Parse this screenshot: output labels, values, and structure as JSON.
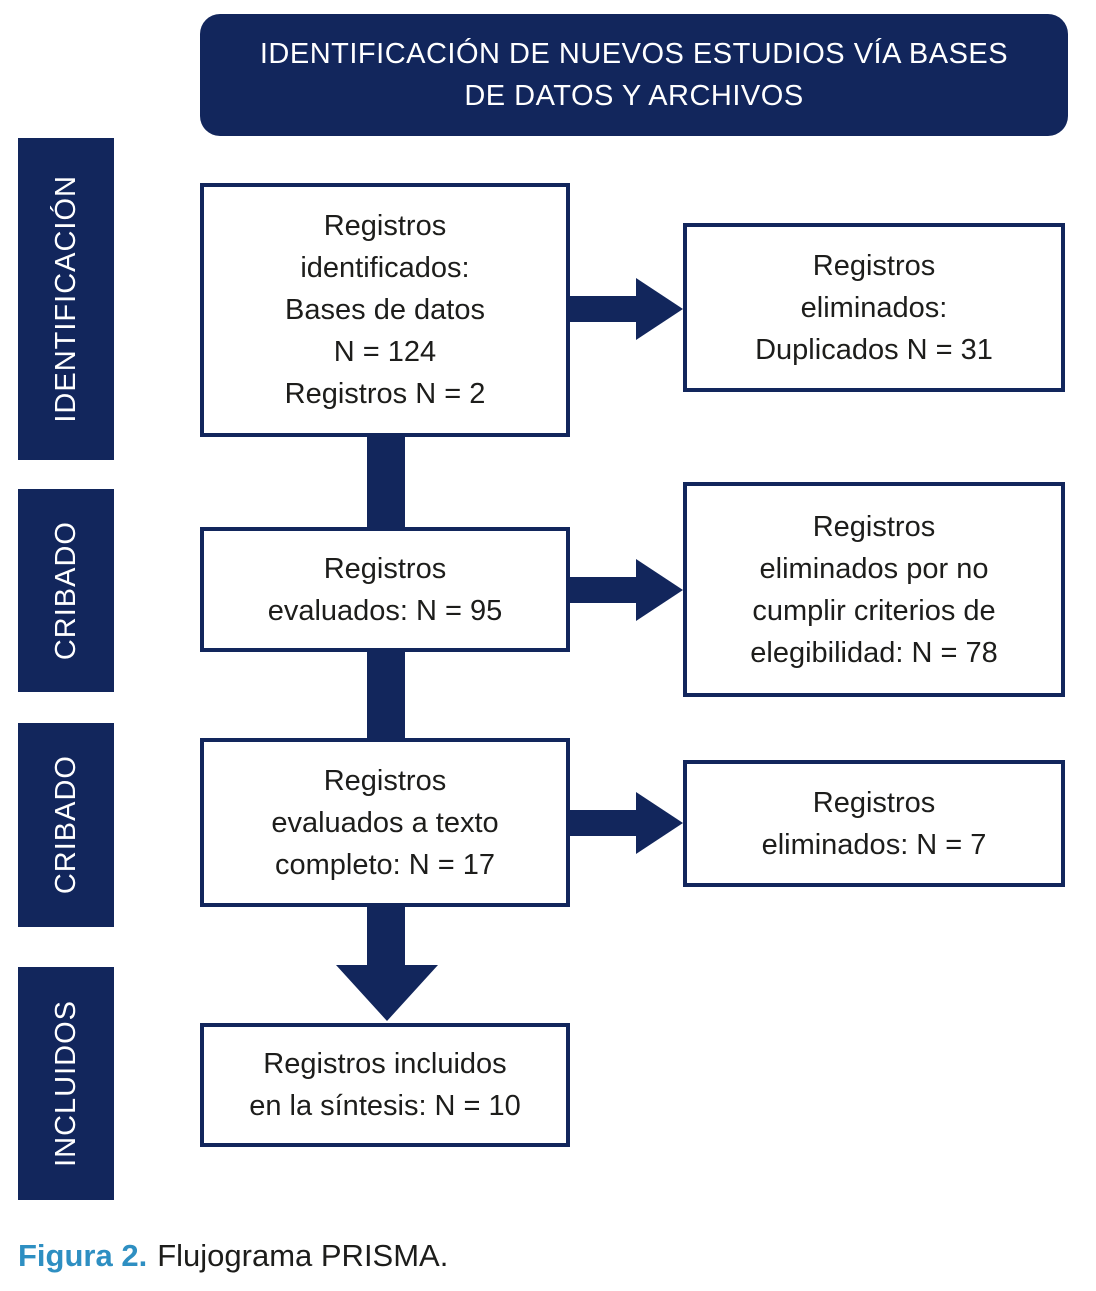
{
  "colors": {
    "navy": "#12265c",
    "box_border": "#12265c",
    "text_dark": "#1d1d1b",
    "caption_accent": "#2e8fc2",
    "background": "#ffffff"
  },
  "header": {
    "lines": [
      "IDENTIFICACIÓN DE NUEVOS ESTUDIOS VÍA BASES",
      "DE DATOS Y ARCHIVOS"
    ]
  },
  "stages": [
    {
      "label": "IDENTIFICACIÓN"
    },
    {
      "label": "CRIBADO"
    },
    {
      "label": "CRIBADO"
    },
    {
      "label": "INCLUIDOS"
    }
  ],
  "flow_boxes": [
    {
      "lines": [
        "Registros",
        "identificados:",
        "Bases de datos",
        "N = 124",
        "Registros N = 2"
      ]
    },
    {
      "lines": [
        "Registros",
        "evaluados: N = 95"
      ]
    },
    {
      "lines": [
        "Registros",
        "evaluados a texto",
        "completo: N = 17"
      ]
    },
    {
      "lines": [
        "Registros incluidos",
        "en la síntesis: N = 10"
      ]
    }
  ],
  "side_boxes": [
    {
      "lines": [
        "Registros",
        "eliminados:",
        "Duplicados N = 31"
      ]
    },
    {
      "lines": [
        "Registros",
        "eliminados por no",
        "cumplir criterios de",
        "elegibilidad: N = 78"
      ]
    },
    {
      "lines": [
        "Registros",
        "eliminados: N = 7"
      ]
    }
  ],
  "caption": {
    "label": "Figura 2.",
    "text": "Flujograma PRISMA."
  }
}
